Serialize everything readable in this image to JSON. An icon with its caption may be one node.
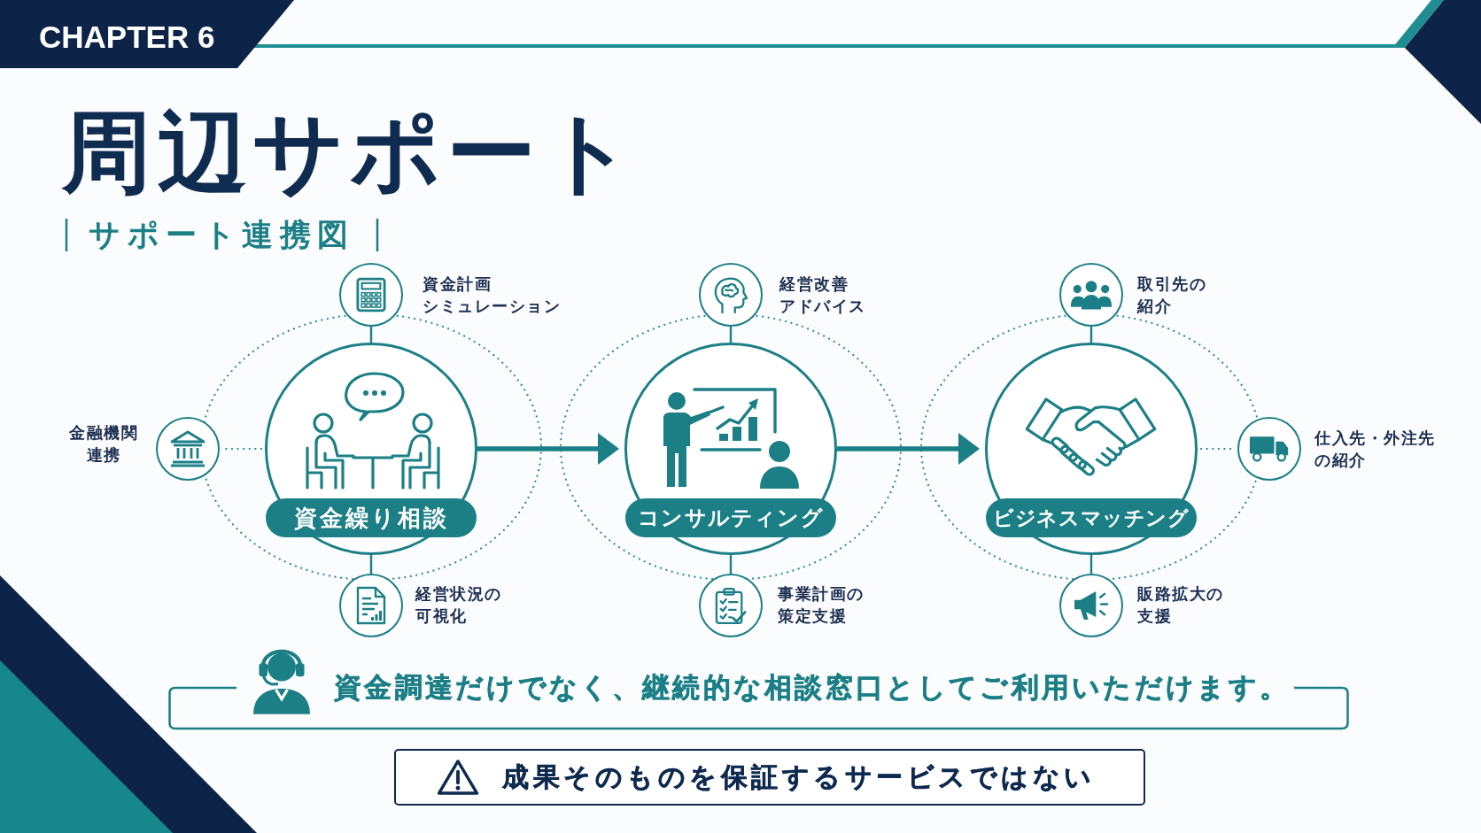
{
  "diagram": {
    "title": "周辺サポート",
    "nodes": [
      {
        "text": [],
        "shape": "circle",
        "beside": [
          "資金計画シミュレーション"
        ]
      },
      {
        "text": [],
        "shape": "circle",
        "beside": [
          "金融機関連携"
        ]
      },
      {
        "text": [
          "資金繰り相談"
        ]
      },
      {
        "text": [],
        "shape": "circle",
        "beside": [
          "経営状況の可視化"
        ]
      },
      {
        "text": [],
        "shape": "circle",
        "beside": [
          "経営改善アドバイス"
        ]
      },
      {
        "text": [
          "コンサルティング"
        ]
      },
      {
        "text": [],
        "shape": "circle",
        "beside": [
          "事業計画の策定支援"
        ]
      },
      {
        "text": [],
        "shape": "circle",
        "beside": [
          "取引先の紹介"
        ]
      },
      {
        "text": [
          "ビジネスマッチング"
        ]
      },
      {
        "text": [],
        "shape": "circle",
        "beside": [
          "仕入先・外注先の紹介"
        ]
      },
      {
        "text": [],
        "shape": "circle",
        "beside": [
          "販路拡大の支援"
        ]
      },
      {
        "text": [
          "資金調達だけでなく、継続的な相談窓口としてご利用いただけます。"
        ]
      },
      {
        "text": [
          "成果そのものを保証するサービスではない"
        ]
      }
    ],
    "edges": [
      {
        "from": 2,
        "to": 0,
        "arrow": "none"
      },
      {
        "from": 2,
        "to": 1,
        "arrow": "none",
        "style": "dashed"
      },
      {
        "from": 2,
        "to": 3,
        "arrow": "none"
      },
      {
        "from": 2,
        "to": 5,
        "arrow": "to",
        "style": "thick"
      },
      {
        "from": 5,
        "to": 4,
        "arrow": "none"
      },
      {
        "from": 5,
        "to": 6,
        "arrow": "none"
      },
      {
        "from": 5,
        "to": 8,
        "arrow": "to",
        "style": "thick"
      },
      {
        "from": 8,
        "to": 7,
        "arrow": "none"
      },
      {
        "from": 8,
        "to": 9,
        "arrow": "none",
        "style": "dashed"
      },
      {
        "from": 8,
        "to": 10,
        "arrow": "none"
      }
    ],
    "labels": [
      "CHAPTER 6",
      "サポート連携図"
    ]
  }
}
